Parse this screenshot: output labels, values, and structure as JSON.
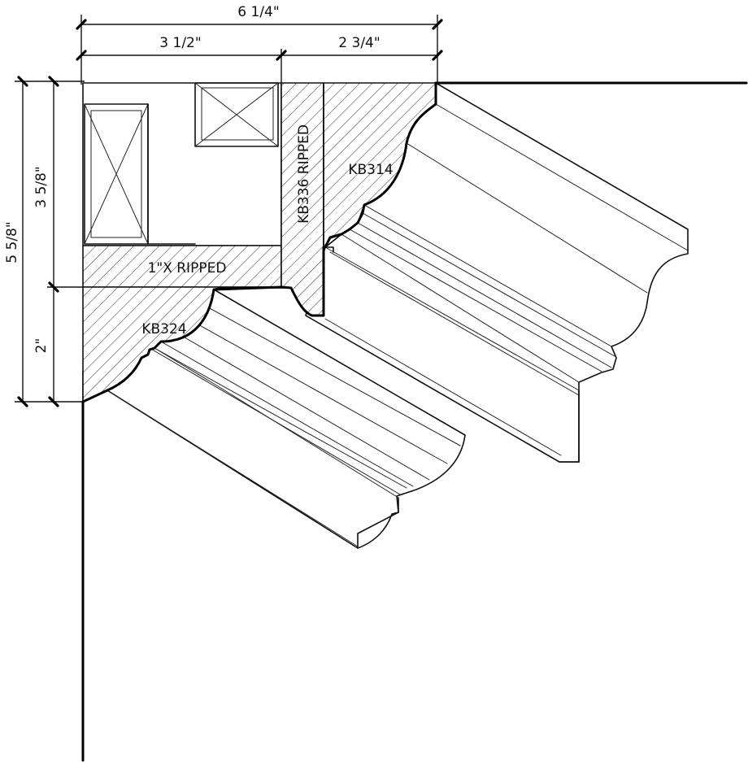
{
  "dimensions": {
    "overall_width": "6 1/4\"",
    "left_width": "3 1/2\"",
    "right_width": "2 3/4\"",
    "overall_height": "5 5/8\"",
    "upper_height": "3 5/8\"",
    "lower_height": "2\""
  },
  "labels": {
    "ripped_board": "1\"X RIPPED",
    "vertical_board": "KB336 RIPPED",
    "upper_molding": "KB314",
    "lower_molding": "KB324"
  }
}
